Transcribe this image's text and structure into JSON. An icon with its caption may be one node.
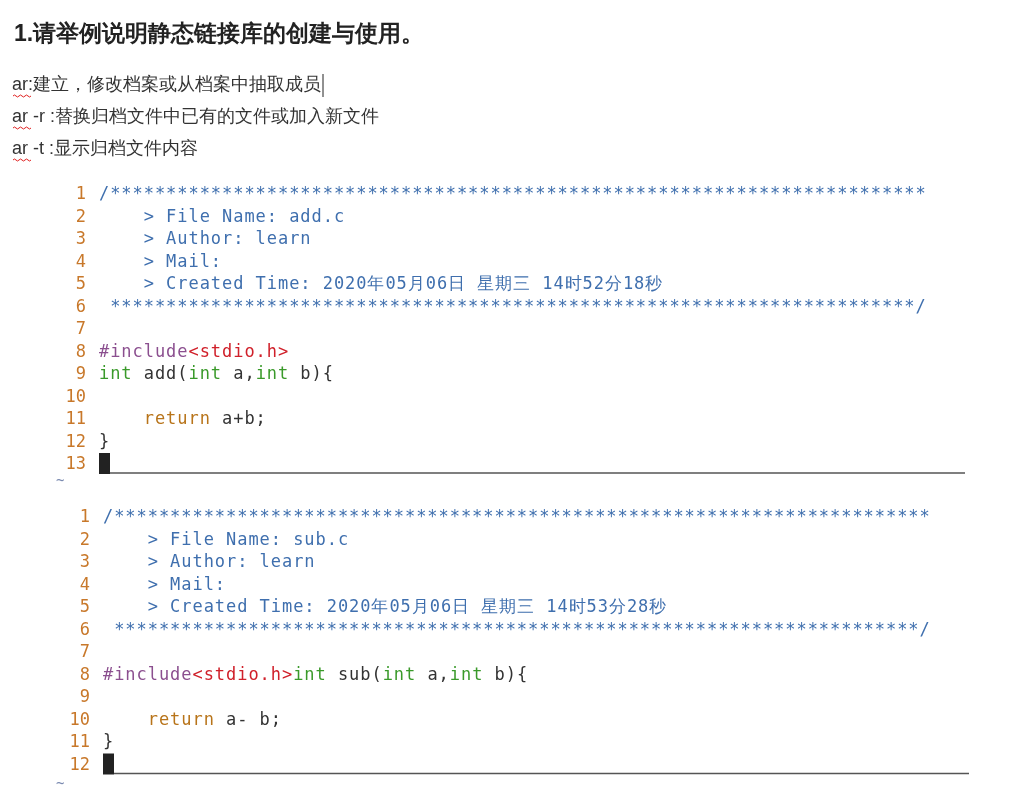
{
  "diagram": {
    "title": "1.请举例说明静态链接库的创建与使用。",
    "labels": [
      "ar:建立，修改档案或从档案中抽取成员",
      "ar -r :替换归档文件中已有的文件或加入新文件",
      "ar -t :显示归档文件内容",
      "1",
      "/*************************************************************************",
      "2",
      "    > File Name: add.c",
      "3",
      "    > Author: learn",
      "4",
      "    > Mail:",
      "5",
      "    > Created Time: 2020年05月06日 星期三 14时52分18秒",
      "6",
      " ************************************************************************/",
      "7",
      "8",
      "#include<stdio.h>",
      "9",
      "int add(int a,int b){",
      "10",
      "11",
      "    return a+b;",
      "12",
      "}",
      "13",
      "~",
      "1",
      "/*************************************************************************",
      "2",
      "    > File Name: sub.c",
      "3",
      "    > Author: learn",
      "4",
      "    > Mail:",
      "5",
      "    > Created Time: 2020年05月06日 星期三 14时53分28秒",
      "6",
      " ************************************************************************/",
      "7",
      "8",
      "#include<stdio.h>int sub(int a,int b){",
      "9",
      "10",
      "    return a- b;",
      "11",
      "}",
      "12",
      "~"
    ]
  }
}
